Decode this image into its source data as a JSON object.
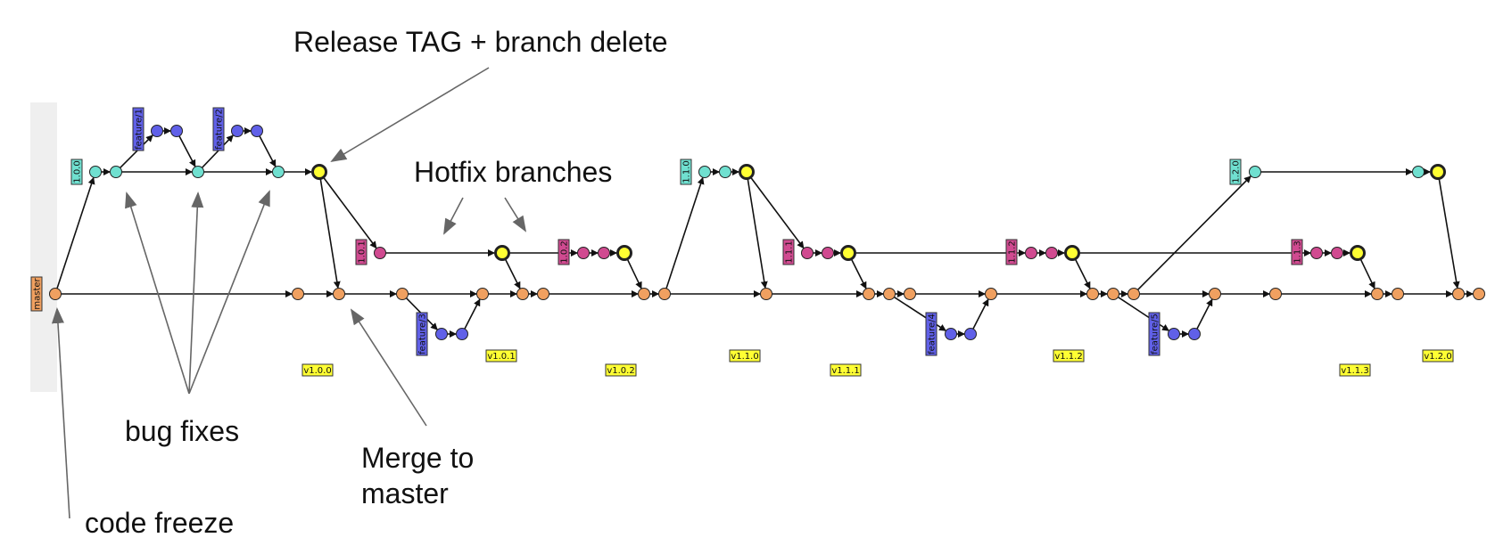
{
  "colors": {
    "master": "#f0a060",
    "release": "#70e0d0",
    "feature": "#6060e8",
    "hotfix": "#d04a90",
    "tag": "#ffff33",
    "edge": "#111111",
    "arrow": "#666666",
    "panel": "#efefef"
  },
  "annotations": {
    "release_tag": "Release TAG + branch delete",
    "hotfix_branches": "Hotfix branches",
    "bug_fixes": "bug fixes",
    "merge_to_master": "Merge to\nmaster",
    "code_freeze": "code freeze"
  },
  "branch_labels": {
    "master": "master",
    "r100": "1.0.0",
    "f1": "feature/1",
    "f2": "feature/2",
    "f3": "feature/3",
    "f4": "feature/4",
    "f5": "feature/5",
    "h101": "1.0.1",
    "h102": "1.0.2",
    "r110": "1.1.0",
    "h111": "1.1.1",
    "h112": "1.1.2",
    "r120": "1.2.0",
    "h113": "1.1.3"
  },
  "tags": [
    "v1.0.0",
    "v1.0.1",
    "v1.0.2",
    "v1.1.0",
    "v1.1.1",
    "v1.1.2",
    "v1.1.3",
    "v1.2.0"
  ]
}
